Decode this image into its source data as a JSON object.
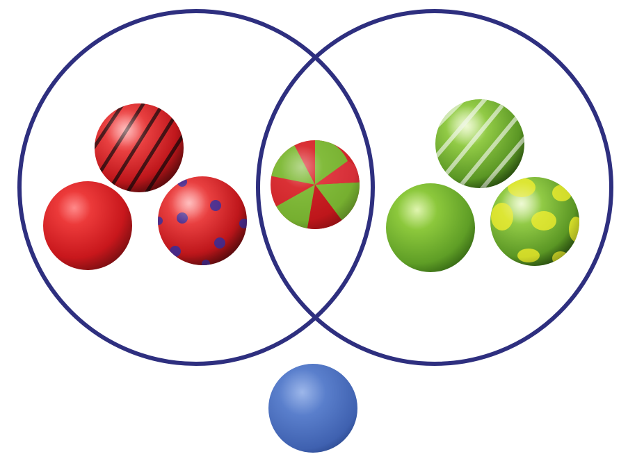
{
  "colors": {
    "circle_outline": "#2e2f7f",
    "red": "#d8262b",
    "red_dark": "#8e1418",
    "green": "#7cb832",
    "green_dark": "#3d7a1c",
    "green_spots": "#dbe52a",
    "blue": "#4a6fbf",
    "stripe_dark": "#2a0a0c",
    "dots_purple": "#4b2a8c",
    "stripe_light": "#e6f2d8"
  },
  "sets": [
    {
      "id": "left",
      "label": "",
      "members": [
        "red-striped-ball",
        "red-plain-ball",
        "red-dotted-ball"
      ]
    },
    {
      "id": "right",
      "label": "",
      "members": [
        "green-striped-ball",
        "green-plain-ball",
        "green-spotted-ball"
      ]
    }
  ],
  "intersection": [
    "red-green-swirl-ball"
  ],
  "outside": [
    "blue-plain-ball"
  ],
  "balls": [
    {
      "name": "red-striped-ball",
      "color": "red",
      "pattern": "dark-stripes"
    },
    {
      "name": "red-plain-ball",
      "color": "red",
      "pattern": "plain"
    },
    {
      "name": "red-dotted-ball",
      "color": "red",
      "pattern": "purple-dots"
    },
    {
      "name": "red-green-swirl-ball",
      "color": "red-green",
      "pattern": "swirl"
    },
    {
      "name": "green-striped-ball",
      "color": "green",
      "pattern": "light-stripes"
    },
    {
      "name": "green-plain-ball",
      "color": "green",
      "pattern": "plain"
    },
    {
      "name": "green-spotted-ball",
      "color": "green",
      "pattern": "yellow-spots"
    },
    {
      "name": "blue-plain-ball",
      "color": "blue",
      "pattern": "plain"
    }
  ]
}
